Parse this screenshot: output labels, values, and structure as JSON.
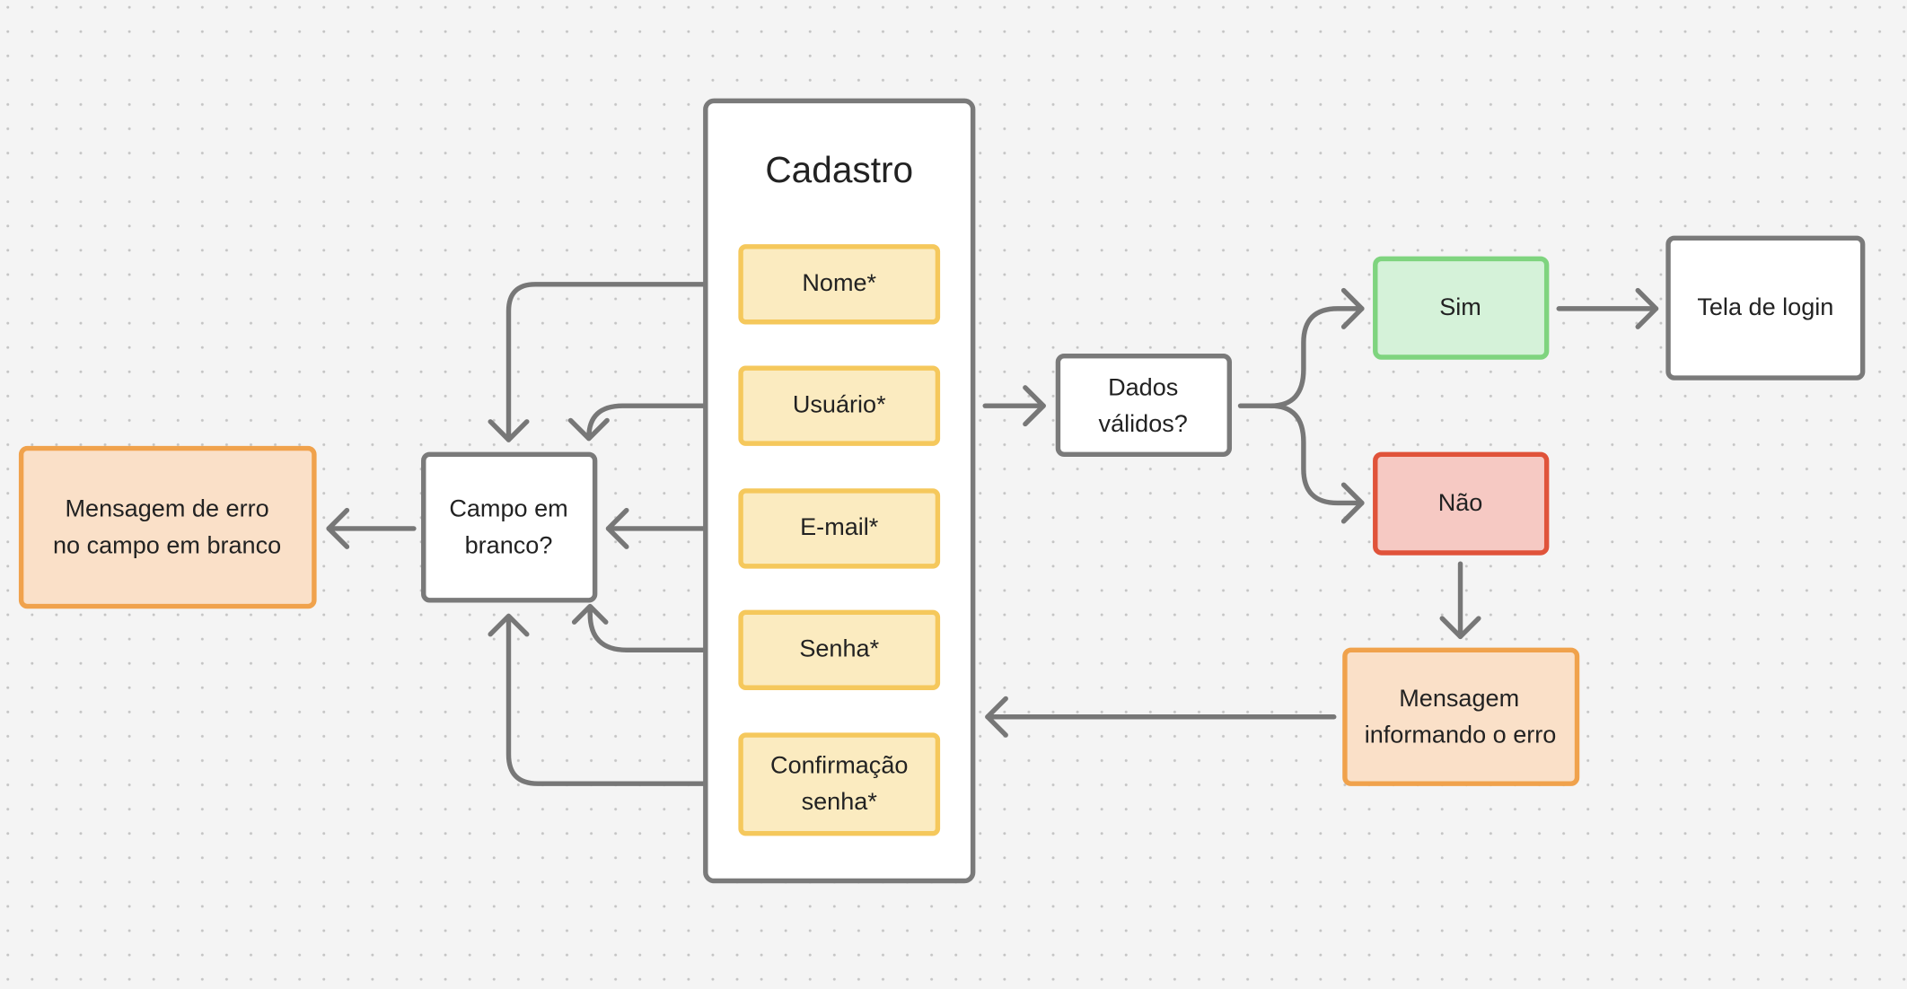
{
  "colors": {
    "background": "#f4f4f4",
    "connector": "#777777",
    "neutral_border": "#7a7a7a",
    "field_fill": "#fbebc0",
    "field_border": "#f5c85c",
    "error_fill": "#fae0c8",
    "error_border": "#f0a24c",
    "success_fill": "#d5f2d9",
    "success_border": "#7fd47f",
    "fail_fill": "#f6c9c3",
    "fail_border": "#e0533a"
  },
  "form": {
    "title": "Cadastro",
    "fields": [
      {
        "label": "Nome*"
      },
      {
        "label": "Usuário*"
      },
      {
        "label": "E-mail*"
      },
      {
        "label": "Senha*"
      },
      {
        "label_lines": [
          "Confirmação",
          "senha*"
        ]
      }
    ]
  },
  "nodes": {
    "blank_check": [
      "Campo em",
      "branco?"
    ],
    "blank_error": [
      "Mensagem de erro",
      "no campo em branco"
    ],
    "valid_check": [
      "Dados",
      "válidos?"
    ],
    "yes": "Sim",
    "no": "Não",
    "login": "Tela de login",
    "invalid_error": [
      "Mensagem",
      "informando o erro"
    ]
  }
}
